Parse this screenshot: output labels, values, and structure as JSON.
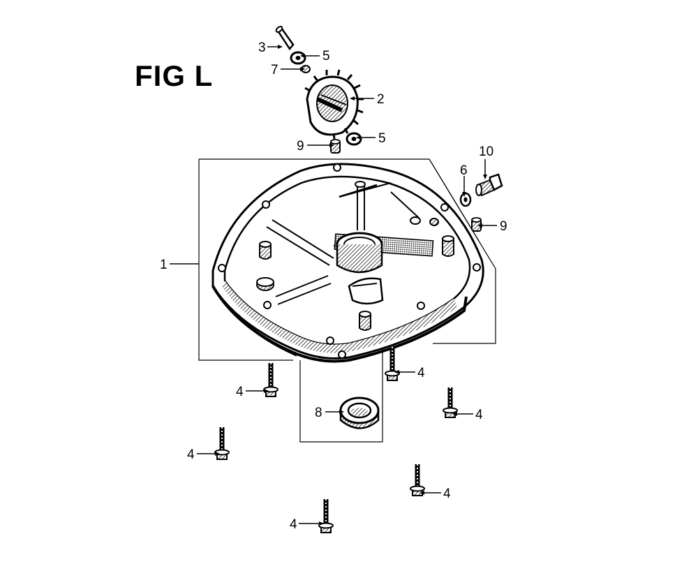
{
  "figure": {
    "title": "FIG L"
  },
  "callouts": [
    {
      "id": "c-3",
      "part": "3"
    },
    {
      "id": "c-5a",
      "part": "5"
    },
    {
      "id": "c-7",
      "part": "7"
    },
    {
      "id": "c-2",
      "part": "2"
    },
    {
      "id": "c-9a",
      "part": "9"
    },
    {
      "id": "c-5b",
      "part": "5"
    },
    {
      "id": "c-10",
      "part": "10"
    },
    {
      "id": "c-6",
      "part": "6"
    },
    {
      "id": "c-9b",
      "part": "9"
    },
    {
      "id": "c-1",
      "part": "1"
    },
    {
      "id": "c-4a",
      "part": "4"
    },
    {
      "id": "c-4b",
      "part": "4"
    },
    {
      "id": "c-8",
      "part": "8"
    },
    {
      "id": "c-4c",
      "part": "4"
    },
    {
      "id": "c-4d",
      "part": "4"
    },
    {
      "id": "c-4e",
      "part": "4"
    },
    {
      "id": "c-4f",
      "part": "4"
    }
  ],
  "colors": {
    "ink": "#000000",
    "paper": "#ffffff",
    "shade": "#7a7a7a"
  }
}
